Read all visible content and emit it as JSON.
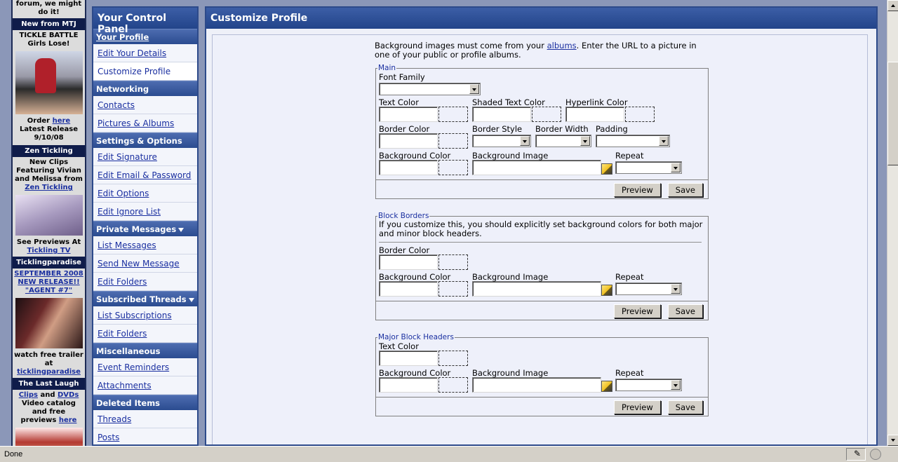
{
  "ads": {
    "top_text": "forum, we might do it!",
    "mtj": {
      "head": "New from MTJ",
      "line1": "TICKLE BATTLE",
      "line2": "Girls Lose!",
      "order_prefix": "Order",
      "order_link": "here",
      "latest": "Latest Release",
      "date": "9/10/08"
    },
    "zen": {
      "head": "Zen Tickling",
      "line1": "New Clips Featuring Vivian and Melissa from",
      "link": "Zen Tickling",
      "previews": "See Previews At",
      "tv_link": "Tickling TV"
    },
    "paradise": {
      "head": "Ticklingparadise",
      "link": "SEPTEMBER 2008 NEW RELEASE!! \"AGENT #7\"",
      "watch": "watch free trailer at",
      "site_link": "ticklingparadise"
    },
    "laugh": {
      "head": "The Last Laugh",
      "clips_link": "Clips",
      "and": "and",
      "dvds_link": "DVDs",
      "catalog": "Video catalog and free previews",
      "here_link": "here"
    }
  },
  "control_panel": {
    "title": "Your Control Panel",
    "sections": [
      {
        "label": "Your Profile",
        "links": [
          "Edit Your Details",
          "Customize Profile"
        ]
      },
      {
        "label": "Networking",
        "links": [
          "Contacts",
          "Pictures & Albums"
        ]
      },
      {
        "label": "Settings & Options",
        "links": [
          "Edit Signature",
          "Edit Email & Password",
          "Edit Options",
          "Edit Ignore List"
        ]
      },
      {
        "label": "Private Messages",
        "links": [
          "List Messages",
          "Send New Message",
          "Edit Folders"
        ]
      },
      {
        "label": "Subscribed Threads",
        "links": [
          "List Subscriptions",
          "Edit Folders"
        ]
      },
      {
        "label": "Miscellaneous",
        "links": [
          "Event Reminders",
          "Attachments"
        ]
      },
      {
        "label": "Deleted Items",
        "links": [
          "Threads",
          "Posts"
        ]
      }
    ]
  },
  "main": {
    "title": "Customize Profile",
    "note_prefix": "Background images must come from your",
    "note_link": "albums",
    "note_suffix": ". Enter the URL to a picture in one of your public or profile albums.",
    "main_group": {
      "legend": "Main",
      "font_family": "Font Family",
      "text_color": "Text Color",
      "shaded_text_color": "Shaded Text Color",
      "hyperlink_color": "Hyperlink Color",
      "border_color": "Border Color",
      "border_style": "Border Style",
      "border_width": "Border Width",
      "padding": "Padding",
      "background_color": "Background Color",
      "background_image": "Background Image",
      "repeat": "Repeat"
    },
    "block_borders": {
      "legend": "Block Borders",
      "note": "If you customize this, you should explicitly set background colors for both major and minor block headers.",
      "border_color": "Border Color",
      "background_color": "Background Color",
      "background_image": "Background Image",
      "repeat": "Repeat"
    },
    "major_headers": {
      "legend": "Major Block Headers",
      "text_color": "Text Color",
      "background_color": "Background Color",
      "background_image": "Background Image",
      "repeat": "Repeat"
    },
    "preview_label": "Preview",
    "save_label": "Save"
  },
  "status": {
    "text": "Done"
  }
}
